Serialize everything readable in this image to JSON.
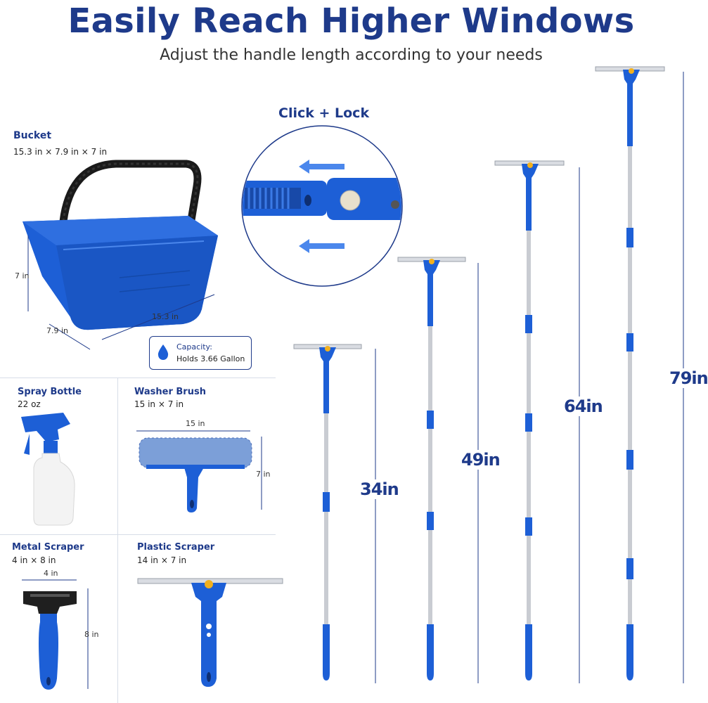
{
  "header": {
    "title": "Easily Reach Higher Windows",
    "subtitle": "Adjust the handle length according to your needs"
  },
  "lock": {
    "label": "Click + Lock"
  },
  "bucket": {
    "name": "Bucket",
    "size": "15.3 in × 7.9 in × 7 in",
    "height": "7 in",
    "width": "15.3 in",
    "depth": "7.9 in",
    "capacity_label": "Capacity:",
    "capacity_value": "Holds 3.66 Gallon"
  },
  "spray": {
    "name": "Spray Bottle",
    "size": "22 oz"
  },
  "washer": {
    "name": "Washer Brush",
    "size": "15 in × 7 in",
    "width": "15 in",
    "height": "7 in"
  },
  "metal": {
    "name": "Metal Scraper",
    "size": "4 in × 8 in",
    "width": "4 in",
    "height": "8 in"
  },
  "plastic": {
    "name": "Plastic Scraper",
    "size": "14 in × 7 in"
  },
  "poles": {
    "p34": "34in",
    "p49": "49in",
    "p64": "64in",
    "p79": "79in"
  },
  "colors": {
    "brand": "#1e3a8a",
    "blue": "#1d5fd6",
    "steel": "#c9ccd2"
  }
}
